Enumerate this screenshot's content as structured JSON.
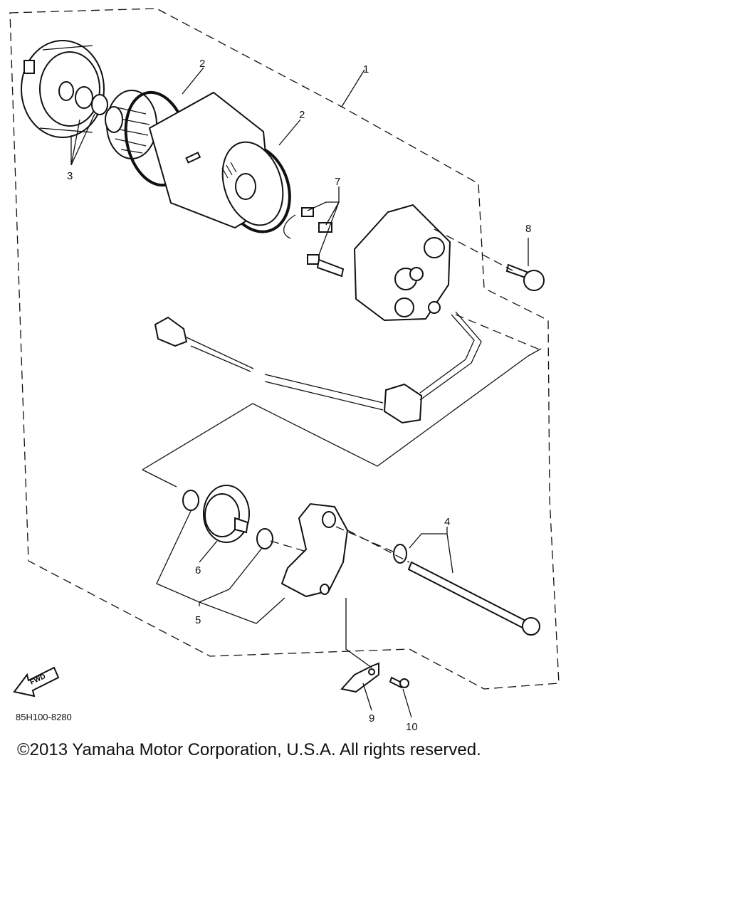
{
  "diagram": {
    "callouts": [
      "1",
      "2",
      "2",
      "3",
      "4",
      "5",
      "6",
      "7",
      "8",
      "9",
      "10"
    ],
    "fwd_label": "FWD",
    "diagram_code": "85H100-8280"
  },
  "footer": {
    "copyright": "©2013 Yamaha Motor Corporation, U.S.A. All rights reserved."
  }
}
